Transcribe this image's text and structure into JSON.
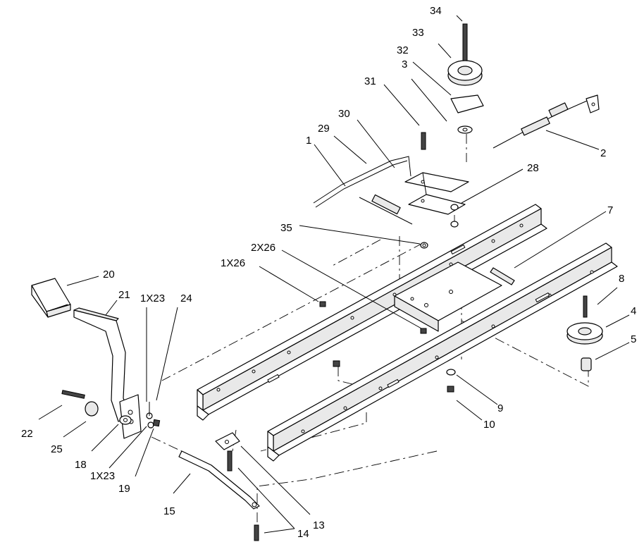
{
  "diagram": {
    "callouts": [
      {
        "id": "c34",
        "text": "34"
      },
      {
        "id": "c33",
        "text": "33"
      },
      {
        "id": "c32",
        "text": "32"
      },
      {
        "id": "c3",
        "text": "3"
      },
      {
        "id": "c31",
        "text": "31"
      },
      {
        "id": "c30",
        "text": "30"
      },
      {
        "id": "c29",
        "text": "29"
      },
      {
        "id": "c1",
        "text": "1"
      },
      {
        "id": "c2",
        "text": "2"
      },
      {
        "id": "c28",
        "text": "28"
      },
      {
        "id": "c7",
        "text": "7"
      },
      {
        "id": "c35",
        "text": "35"
      },
      {
        "id": "c2x26",
        "text": "2X26"
      },
      {
        "id": "c1x26",
        "text": "1X26"
      },
      {
        "id": "c20",
        "text": "20"
      },
      {
        "id": "c21",
        "text": "21"
      },
      {
        "id": "c1x23a",
        "text": "1X23"
      },
      {
        "id": "c24",
        "text": "24"
      },
      {
        "id": "c8",
        "text": "8"
      },
      {
        "id": "c4",
        "text": "4"
      },
      {
        "id": "c5",
        "text": "5"
      },
      {
        "id": "c9",
        "text": "9"
      },
      {
        "id": "c10",
        "text": "10"
      },
      {
        "id": "c22",
        "text": "22"
      },
      {
        "id": "c25",
        "text": "25"
      },
      {
        "id": "c18",
        "text": "18"
      },
      {
        "id": "c1x23b",
        "text": "1X23"
      },
      {
        "id": "c19",
        "text": "19"
      },
      {
        "id": "c15",
        "text": "15"
      },
      {
        "id": "c13",
        "text": "13"
      },
      {
        "id": "c14",
        "text": "14"
      }
    ]
  }
}
